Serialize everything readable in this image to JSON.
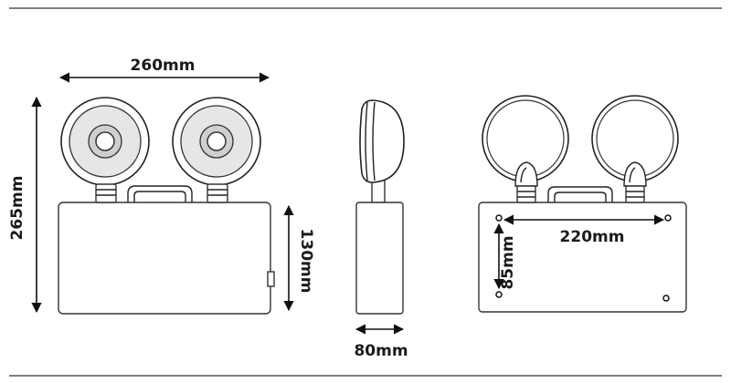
{
  "dimensions": {
    "overall_width": "260mm",
    "overall_height": "265mm",
    "body_height": "130mm",
    "depth": "80mm",
    "mount_hole_horizontal": "220mm",
    "mount_hole_vertical": "85mm"
  },
  "colors": {
    "line": "#222222",
    "frame": "#555555",
    "lamp_face": "#d9d9d9",
    "background": "#ffffff"
  }
}
